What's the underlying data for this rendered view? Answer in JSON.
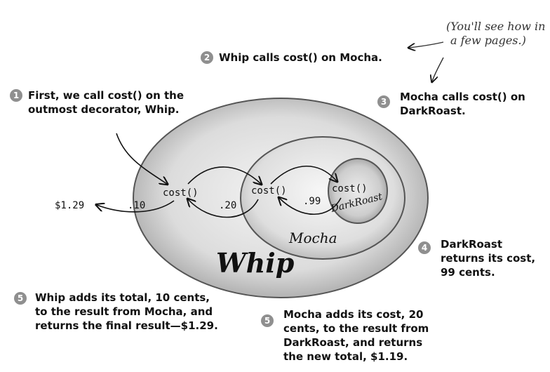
{
  "note": {
    "line1": "(You'll see how in",
    "line2": "a few pages.)"
  },
  "steps": [
    {
      "num": "1",
      "lines": [
        "First, we call cost() on the",
        "outmost decorator, Whip."
      ]
    },
    {
      "num": "2",
      "lines": [
        "Whip calls cost() on Mocha."
      ]
    },
    {
      "num": "3",
      "lines": [
        "Mocha calls cost() on",
        "DarkRoast."
      ]
    },
    {
      "num": "4",
      "lines": [
        "DarkRoast",
        "returns its cost,",
        "99 cents."
      ]
    },
    {
      "num": "5",
      "lines": [
        "Whip adds its total, 10 cents,",
        "to the result from Mocha, and",
        "returns the final result—$1.29."
      ]
    },
    {
      "num": "5",
      "lines": [
        "Mocha adds its cost, 20",
        "cents, to the result from",
        "DarkRoast, and returns",
        "the new total, $1.19."
      ]
    }
  ],
  "layers": {
    "whip": "Whip",
    "mocha": "Mocha",
    "darkroast": "DarkRoast"
  },
  "calls": {
    "whip": "cost()",
    "mocha": "cost()",
    "darkroast": "cost()"
  },
  "values": {
    "result": "$1.29",
    "whip_add": ".10",
    "mocha_add": ".20",
    "darkroast_cost": ".99"
  },
  "colors": {
    "whip_fill": "#cfcfcf",
    "mocha_fill": "#d9d9d9",
    "darkroast_fill": "#c6c6c6",
    "step_badge": "#8f8f8f"
  }
}
